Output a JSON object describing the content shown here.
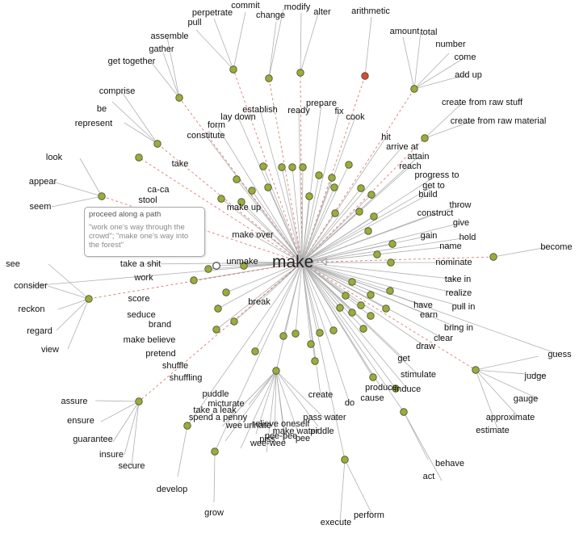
{
  "center_word": "make",
  "tooltip": {
    "gloss": "proceed along a path",
    "example": "\"work one's way through the crowd\"; \"make one's way into the forest\""
  },
  "colors": {
    "sense_node": "#9aac3c",
    "highlight_node": "#d84a36",
    "selected_node": "#ffffff",
    "edge": "#b0b0b0",
    "dashed_edge": "#c84a3a"
  },
  "words": [
    "commit",
    "perpetrate",
    "pull",
    "modify",
    "change",
    "alter",
    "arithmetic",
    "amount",
    "total",
    "number",
    "come",
    "add up",
    "assemble",
    "gather",
    "get together",
    "comprise",
    "be",
    "represent",
    "create from raw stuff",
    "create from raw material",
    "establish",
    "ready",
    "prepare",
    "fix",
    "lay down",
    "form",
    "constitute",
    "cook",
    "hit",
    "arrive at",
    "attain",
    "reach",
    "progress to",
    "get to",
    "build",
    "throw",
    "construct",
    "give",
    "gain",
    "hold",
    "name",
    "become",
    "nominate",
    "look",
    "appear",
    "seem",
    "take",
    "ca-ca",
    "stool",
    "make up",
    "make over",
    "take a shit",
    "unmake",
    "work",
    "see",
    "consider",
    "reckon",
    "regard",
    "view",
    "score",
    "seduce",
    "brand",
    "make believe",
    "pretend",
    "shuffle",
    "shuffling",
    "break",
    "take in",
    "realize",
    "have",
    "pull in",
    "earn",
    "bring in",
    "clear",
    "draw",
    "get",
    "stimulate",
    "guess",
    "judge",
    "gauge",
    "approximate",
    "estimate",
    "cause",
    "induce",
    "produce",
    "create",
    "do",
    "puddle",
    "micturate",
    "take a leak",
    "spend a penny",
    "wee",
    "urinate",
    "relieve oneself",
    "pass water",
    "make water",
    "piss",
    "pee-pee",
    "pee",
    "piddle",
    "wee-wee",
    "assure",
    "ensure",
    "guarantee",
    "insure",
    "secure",
    "develop",
    "grow",
    "behave",
    "act",
    "execute",
    "perform"
  ]
}
